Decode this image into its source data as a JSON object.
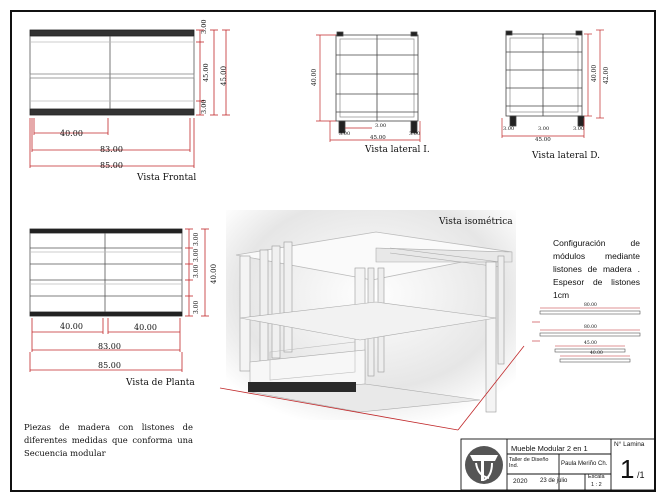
{
  "views": {
    "frontal": "Vista Frontal",
    "lateral_i": "Vista lateral I.",
    "lateral_d": "Vista lateral D.",
    "planta": "Vista de Planta",
    "isometrica": "Vista isométrica"
  },
  "dims": {
    "frontal": {
      "w40": "40.00",
      "w83": "83.00",
      "w85": "85.00",
      "h300a": "3.00",
      "h45": "45.00",
      "h45r": "45.00",
      "h300b": "3.00"
    },
    "lateral_i": {
      "h40": "40.00",
      "a": "3.00",
      "b": "3.00",
      "c": "3.00",
      "w45": "45.00"
    },
    "lateral_d": {
      "h40": "40.00",
      "h42": "42.00",
      "a": "3.00",
      "b": "3.00",
      "c": "3.00",
      "w45": "45.00"
    },
    "planta": {
      "w40a": "40.00",
      "w40b": "40.00",
      "w83": "83.00",
      "w85": "85.00",
      "v1": "3.00",
      "v2": "3.00",
      "v3": "3.00",
      "v4": "3.00",
      "h40": "40.00"
    },
    "detail": {
      "d1": "80.00",
      "d2": "80.00",
      "d3": "45.00",
      "d4": "40.00"
    }
  },
  "notes": {
    "config": "Configuración de módulos mediante listones de madera . Espesor de listones 1cm",
    "piezas": "Piezas de madera con listones de diferentes medidas que conforma una Secuencia modular"
  },
  "title_block": {
    "project": "Mueble Modular 2 en 1",
    "lamina_label": "N° Lamina",
    "course": "Taller de Diseño Ind.",
    "author": "Paula Meriño Ch.",
    "year": "2020",
    "date": "23 de julio",
    "scale_label": "Escala",
    "scale_value": "1 : 2",
    "sheet_num": "1",
    "sheet_total": "/1"
  }
}
